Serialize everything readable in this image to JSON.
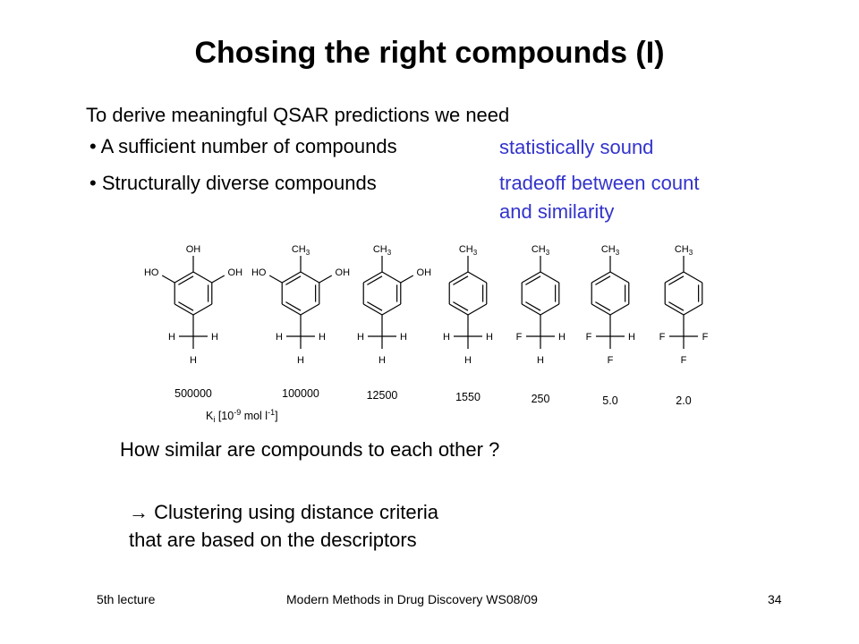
{
  "title": "Chosing the right compounds (I)",
  "intro": "To derive meaningful QSAR predictions we need",
  "bullets": [
    {
      "text": "• A sufficient number of compounds",
      "note": "statistically sound"
    },
    {
      "text": "• Structurally diverse compounds",
      "note_line1": "tradeoff between count",
      "note_line2": "and similarity"
    }
  ],
  "compounds": [
    {
      "ki": "500000",
      "atoms": {
        "top": "OH",
        "left": "HO",
        "right": "OH",
        "c_left": "H",
        "c_right": "H",
        "c_bottom": "H"
      }
    },
    {
      "ki": "100000",
      "atoms": {
        "top": "CH3",
        "left": "HO",
        "right": "OH",
        "c_left": "H",
        "c_right": "H",
        "c_bottom": "H"
      }
    },
    {
      "ki": "12500",
      "atoms": {
        "top": "CH3",
        "right": "OH",
        "c_left": "H",
        "c_right": "H",
        "c_bottom": "H"
      }
    },
    {
      "ki": "1550",
      "atoms": {
        "top": "CH3",
        "c_left": "H",
        "c_right": "H",
        "c_bottom": "H"
      }
    },
    {
      "ki": "250",
      "atoms": {
        "top": "CH3",
        "c_left": "F",
        "c_right": "H",
        "c_bottom": "H"
      }
    },
    {
      "ki": "5.0",
      "atoms": {
        "top": "CH3",
        "c_left": "F",
        "c_right": "H",
        "c_bottom": "F"
      }
    },
    {
      "ki": "2.0",
      "atoms": {
        "top": "CH3",
        "c_left": "F",
        "c_right": "F",
        "c_bottom": "F"
      }
    }
  ],
  "ki_label": {
    "main": "K",
    "sub": "i",
    "rest": " [10",
    "exp": "-9",
    "unit": " mol l",
    "exp2": "-1",
    "close": "]"
  },
  "question": "How similar are compounds to each other ?",
  "clustering": {
    "line1": "→ Clustering using distance criteria",
    "line2": "that are based on the descriptors"
  },
  "footer": {
    "left": "5th lecture",
    "center": "Modern Methods in Drug Discovery WS08/09",
    "right": "34"
  },
  "colors": {
    "accent": "#3333cc"
  }
}
